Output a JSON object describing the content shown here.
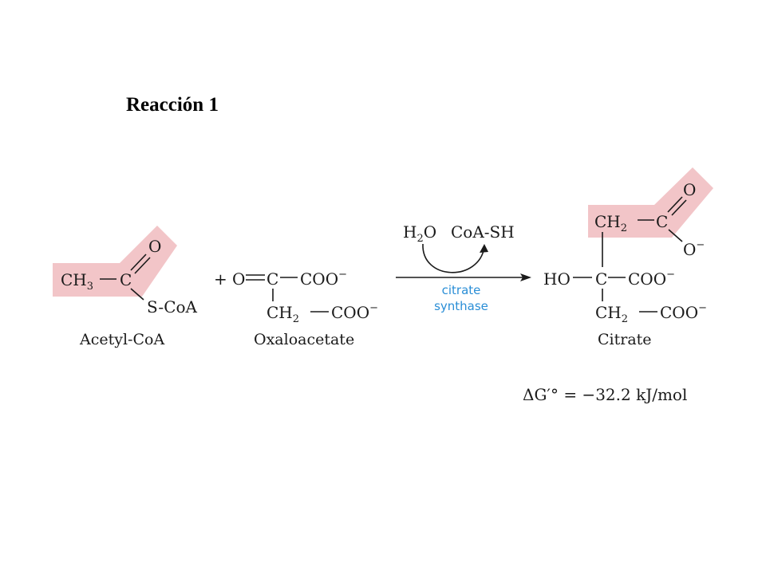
{
  "title": "Reacción 1",
  "reaction": {
    "acetyl_coa": {
      "methyl": "CH",
      "methyl_sub": "3",
      "carbon": "C",
      "oxygen": "O",
      "thioester": "S-CoA",
      "name": "Acetyl-CoA"
    },
    "plus": "+",
    "oxaloacetate": {
      "keto_o": "O",
      "carbon": "C",
      "carboxylate1": "COO",
      "methylene": "CH",
      "methylene_sub": "2",
      "carboxylate2": "COO",
      "name": "Oxaloacetate"
    },
    "arrow": {
      "water": "H",
      "water_sub": "2",
      "water_o": "O",
      "coash": "CoA-SH",
      "enzyme_line1": "citrate",
      "enzyme_line2": "synthase"
    },
    "citrate": {
      "methylene": "CH",
      "methylene_sub": "2",
      "carbon": "C",
      "oxygen": "O",
      "oxygen_anion": "O",
      "hydroxyl": "HO",
      "central_c": "C",
      "carboxylate1": "COO",
      "methylene2": "CH",
      "methylene2_sub": "2",
      "carboxylate2": "COO",
      "name": "Citrate"
    },
    "delta_g": "ΔG′° = −32.2 kJ/mol"
  },
  "colors": {
    "highlight": "#f2c5c8",
    "enzyme": "#2a8ed6",
    "ink": "#1a1a1a"
  }
}
